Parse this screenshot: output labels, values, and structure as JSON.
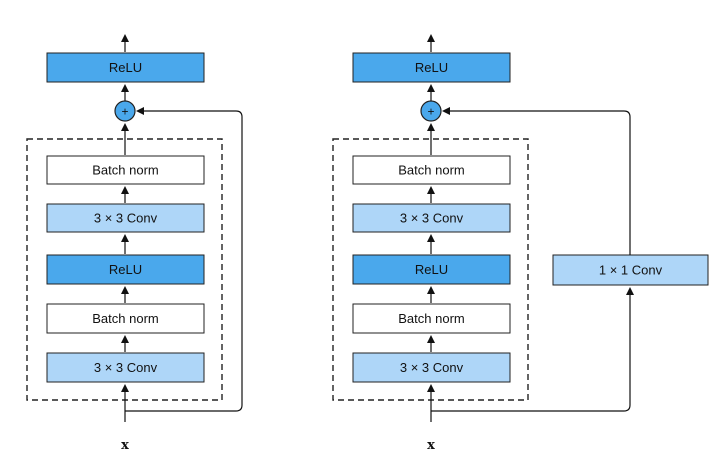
{
  "colors": {
    "relu": "#4aa8ec",
    "conv": "#aed6f8",
    "batch_norm": "#ffffff",
    "add": "#4aa8ec",
    "stroke": "#222222"
  },
  "left_block": {
    "output_label": "ReLU",
    "add_symbol": "+",
    "layers": [
      "Batch norm",
      "3 × 3 Conv",
      "ReLU",
      "Batch norm",
      "3 × 3 Conv"
    ],
    "input_label": "x"
  },
  "right_block": {
    "output_label": "ReLU",
    "add_symbol": "+",
    "layers": [
      "Batch norm",
      "3 × 3 Conv",
      "ReLU",
      "Batch norm",
      "3 × 3 Conv"
    ],
    "shortcut_label": "1 × 1 Conv",
    "input_label": "x"
  }
}
